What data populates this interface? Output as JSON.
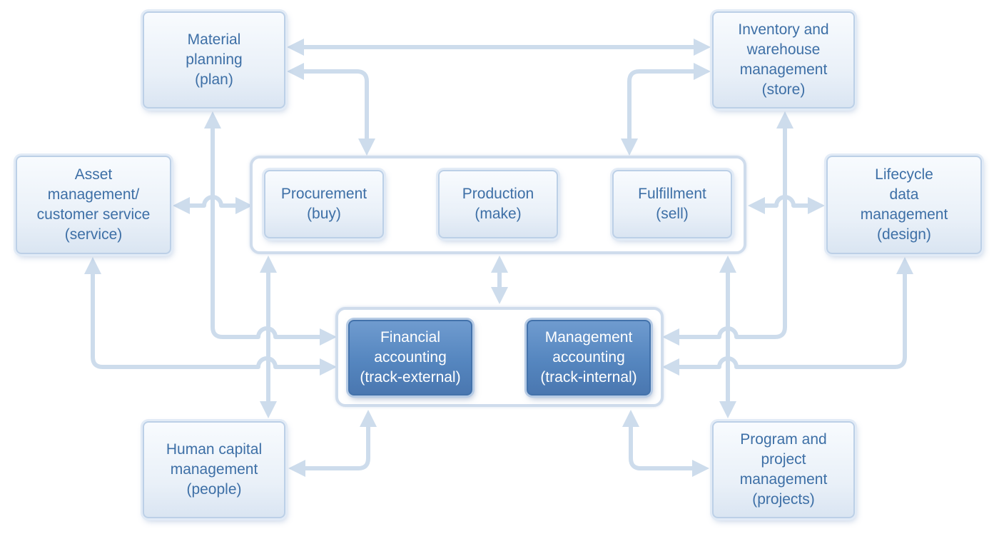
{
  "diagram": {
    "colors": {
      "text": "#3d6fa6",
      "box_fill": "#e9f0f8",
      "box_border": "#bcd0e7",
      "accounting_fill": "#5586bf",
      "connector": "#cddcec"
    },
    "nodes": {
      "material_planning": "Material\nplanning\n(plan)",
      "inventory": "Inventory and\nwarehouse\nmanagement\n(store)",
      "asset_management": "Asset\nmanagement/\ncustomer service\n(service)",
      "procurement": "Procurement\n(buy)",
      "production": "Production\n(make)",
      "fulfillment": "Fulfillment\n(sell)",
      "lifecycle": "Lifecycle\ndata\nmanagement\n(design)",
      "financial_accounting": "Financial\naccounting\n(track-external)",
      "management_accounting": "Management\naccounting\n(track-internal)",
      "human_capital": "Human capital\nmanagement\n(people)",
      "program_project": "Program and\nproject\nmanagement\n(projects)"
    }
  }
}
